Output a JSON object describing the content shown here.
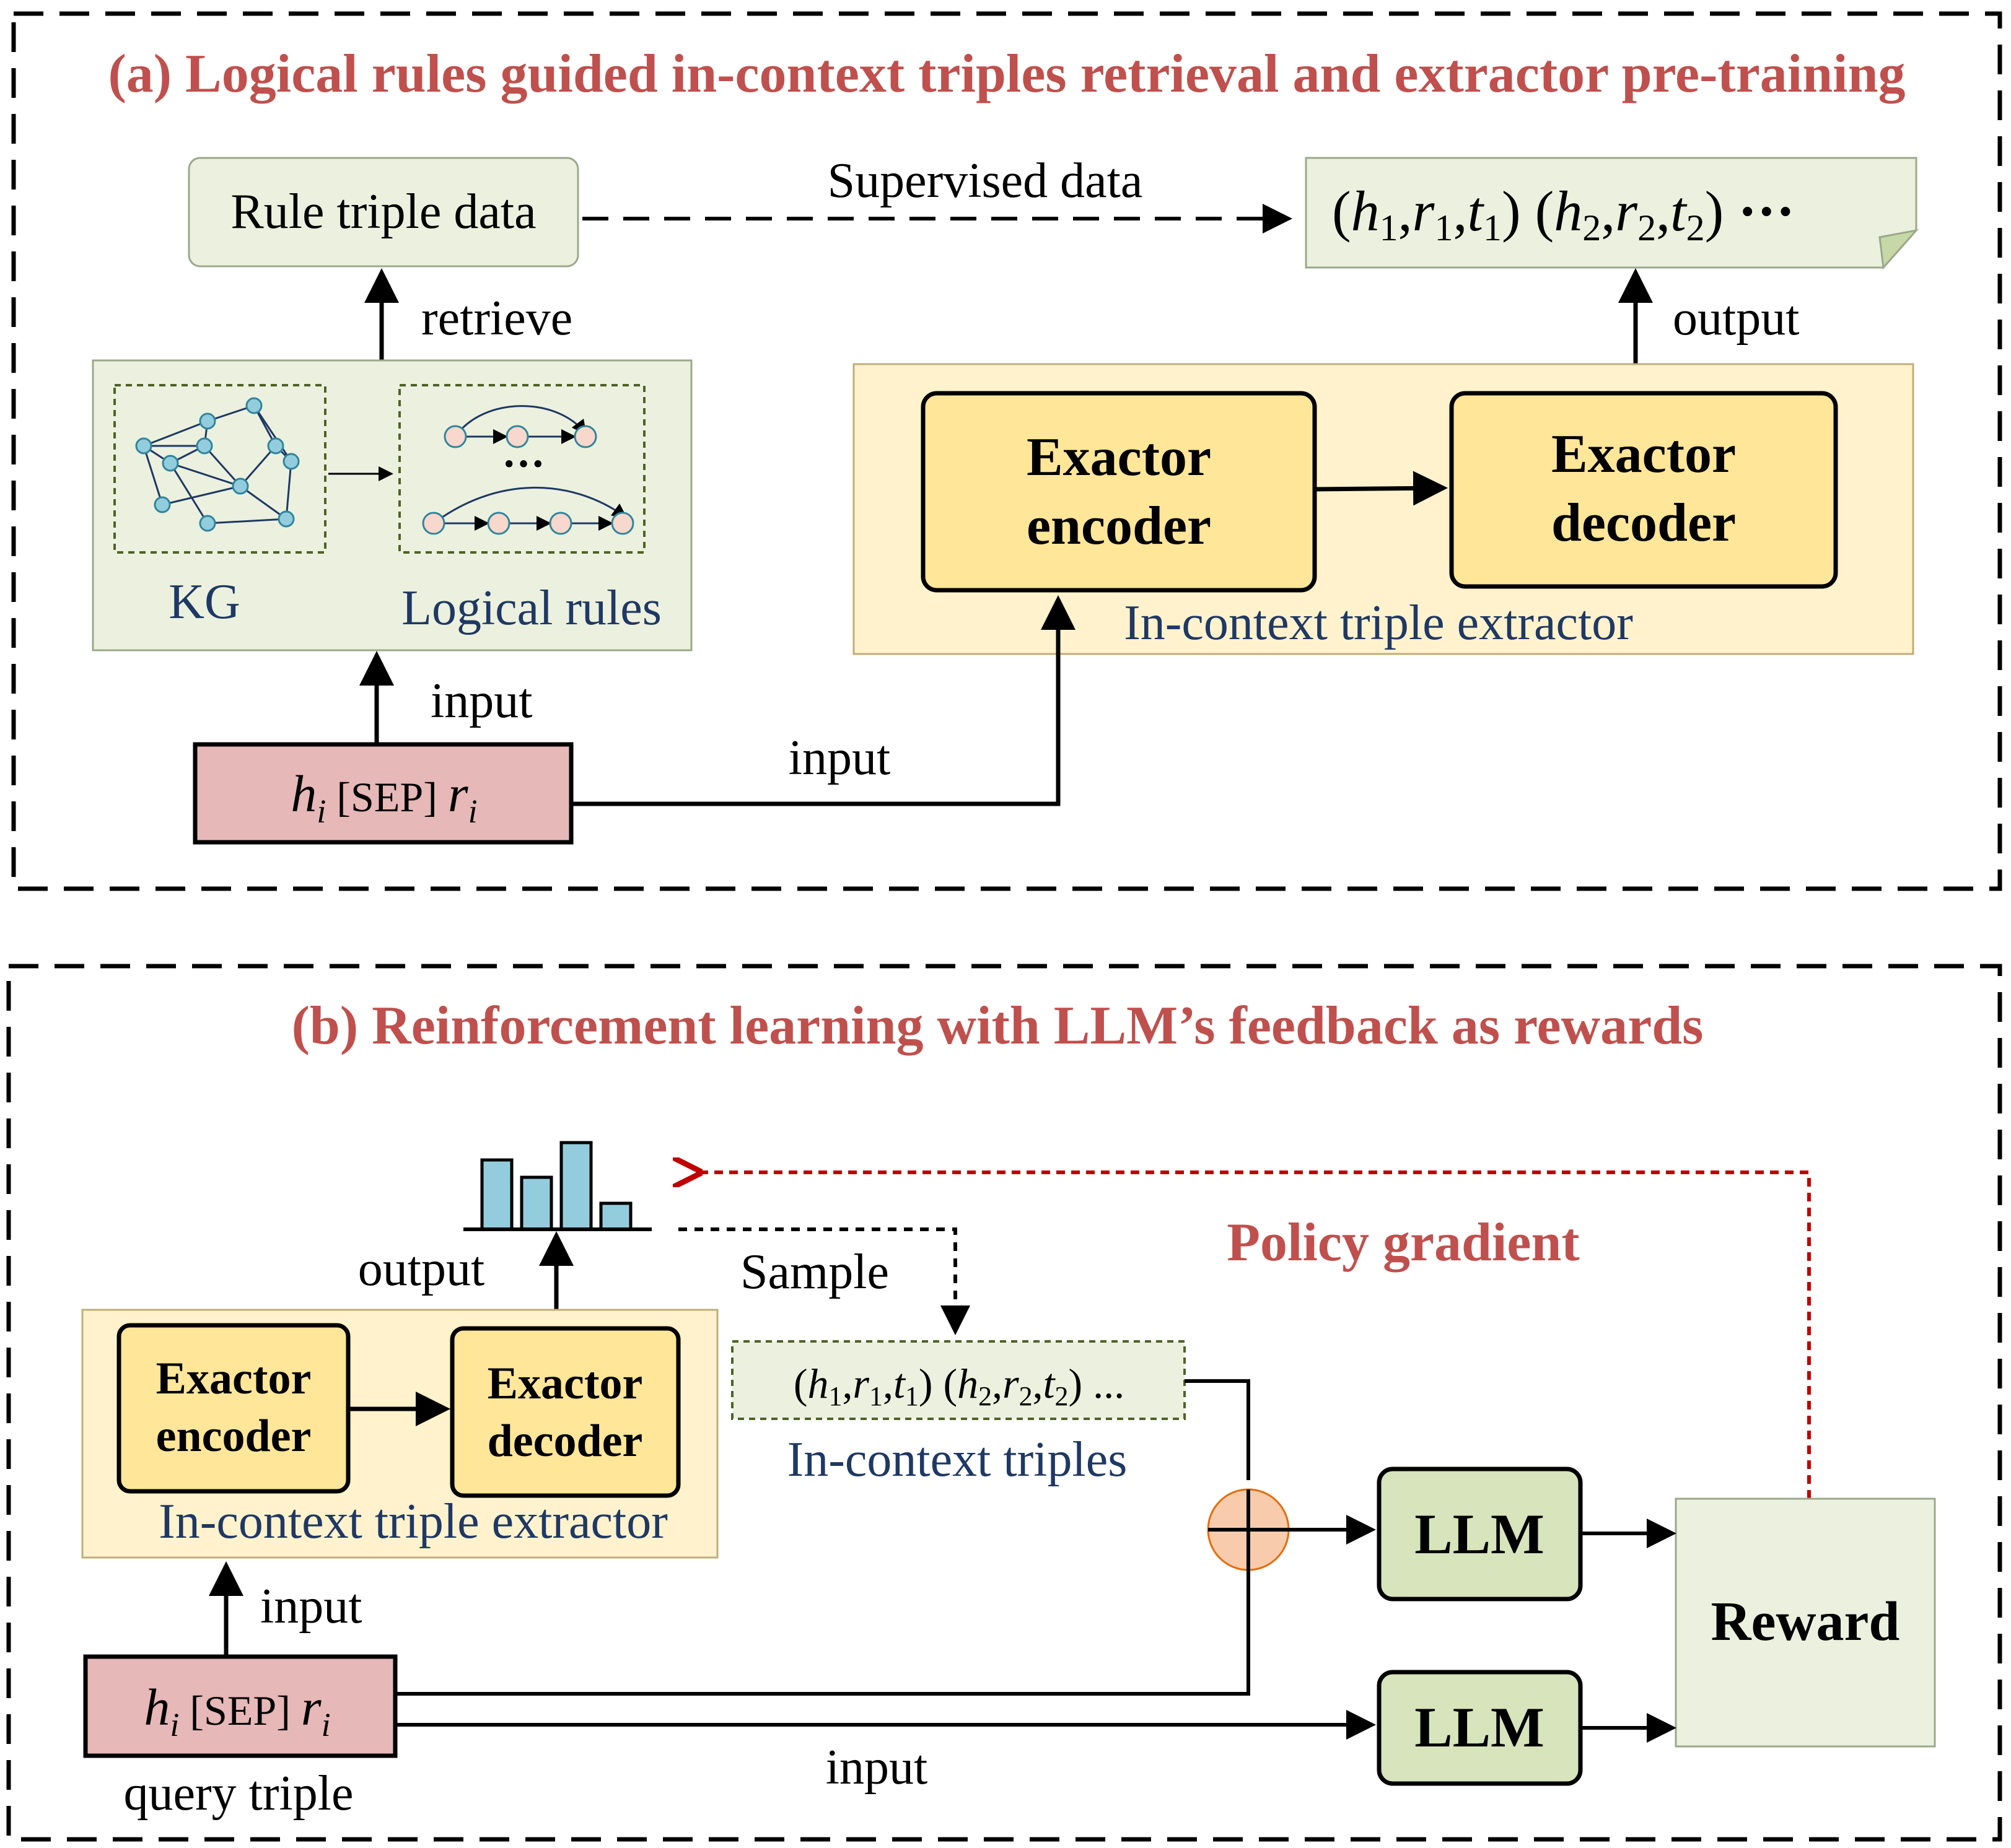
{
  "colors": {
    "title_red": "#C0504D",
    "light_green": "#EBF1DE",
    "light_yellow": "#FFF2CC",
    "box_yellow": "#FFE699",
    "pink": "#E6B8B7",
    "llm_green": "#D7E4BC",
    "node_blue": "#93CDDD",
    "node_pink": "#F8D7CC",
    "navy": "#1F3864",
    "dashed_red": "#C00000"
  },
  "panel_a": {
    "title": "(a) Logical rules guided in-context triples retrieval and extractor pre-training",
    "rule_triple_data": "Rule triple data",
    "supervised_data": "Supervised data",
    "output_triples": {
      "h1": "h",
      "s1": "1",
      "r1": "r",
      "t1": "t",
      "h2": "h",
      "s2": "2",
      "r2": "r",
      "t2": "t",
      "ellipsis": "···"
    },
    "retrieve": "retrieve",
    "output": "output",
    "kg": "KG",
    "logical_rules": "Logical rules",
    "rule_dots": "···",
    "encoder": [
      "Exactor",
      "encoder"
    ],
    "decoder": [
      "Exactor",
      "decoder"
    ],
    "extractor_caption": "In-context triple extractor",
    "input_left": "input",
    "input_right": "input",
    "query": {
      "h": "h",
      "sub": "i",
      "sep": "[SEP]",
      "r": "r"
    }
  },
  "panel_b": {
    "title": "(b) Reinforcement learning with LLM’s feedback as rewards",
    "output": "output",
    "sample": "Sample",
    "policy_gradient": "Policy gradient",
    "encoder": [
      "Exactor",
      "encoder"
    ],
    "decoder": [
      "Exactor",
      "decoder"
    ],
    "extractor_caption": "In-context triple extractor",
    "triples": {
      "h1": "h",
      "s1": "1",
      "r1": "r",
      "t1": "t",
      "h2": "h",
      "s2": "2",
      "r2": "r",
      "t2": "t",
      "ellipsis": "..."
    },
    "in_context_triples": "In-context triples",
    "llm_top": "LLM",
    "llm_bottom": "LLM",
    "reward": "Reward",
    "input_left": "input",
    "input_bottom": "input",
    "query": {
      "h": "h",
      "sub": "i",
      "sep": "[SEP]",
      "r": "r"
    },
    "query_caption": "query triple",
    "histogram_values": [
      4,
      3,
      5,
      1.5
    ]
  }
}
